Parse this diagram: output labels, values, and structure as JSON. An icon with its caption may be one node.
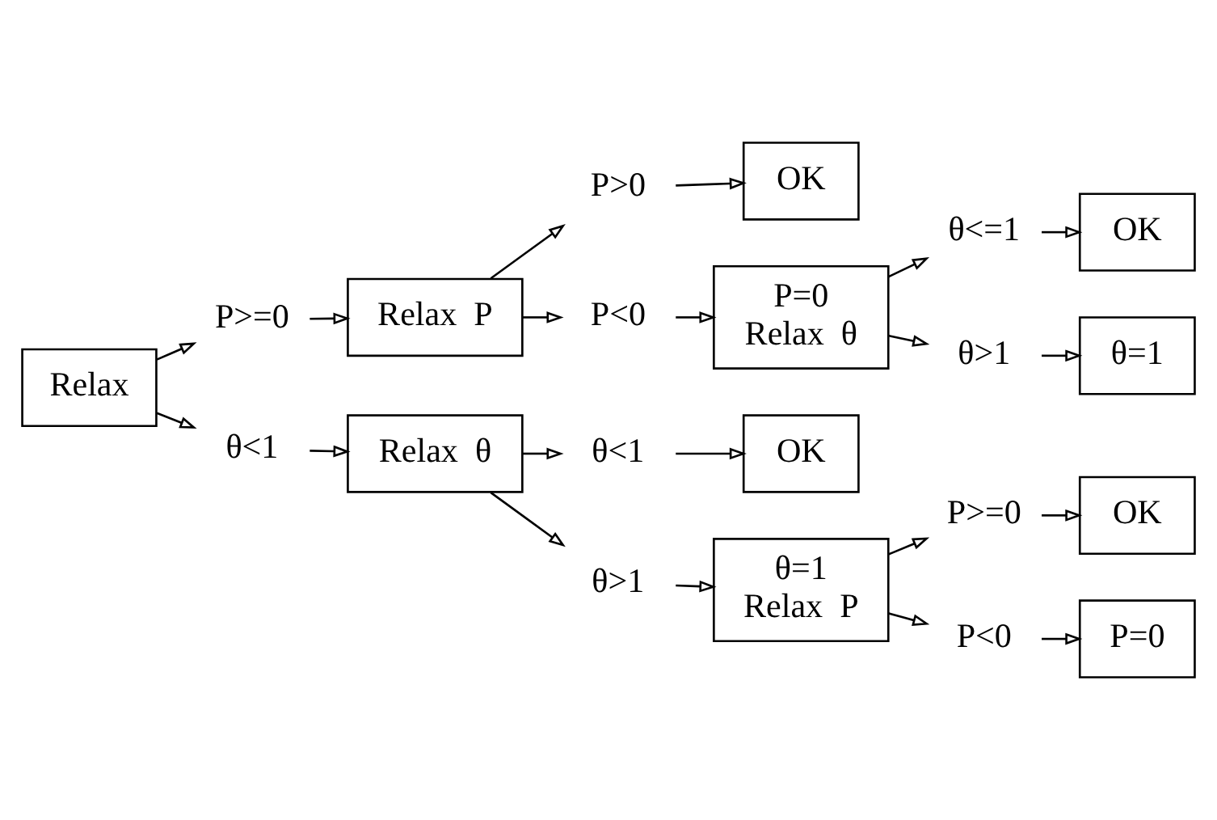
{
  "diagram": {
    "nodes": [
      {
        "text": [
          "Relax"
        ]
      },
      {
        "text": [
          "P>=0"
        ]
      },
      {
        "text": [
          "Relax  P"
        ]
      },
      {
        "text": [
          "P>0"
        ]
      },
      {
        "text": [
          "OK"
        ]
      },
      {
        "text": [
          "P<0"
        ]
      },
      {
        "text": [
          "P=0",
          "Relax  θ"
        ]
      },
      {
        "text": [
          "θ<=1"
        ]
      },
      {
        "text": [
          "OK"
        ]
      },
      {
        "text": [
          "θ>1"
        ]
      },
      {
        "text": [
          "θ=1"
        ]
      },
      {
        "text": [
          "θ<1"
        ]
      },
      {
        "text": [
          "Relax  θ"
        ]
      },
      {
        "text": [
          "θ<1"
        ]
      },
      {
        "text": [
          "OK"
        ]
      },
      {
        "text": [
          "θ>1"
        ]
      },
      {
        "text": [
          "θ=1",
          "Relax  P"
        ]
      },
      {
        "text": [
          "P>=0"
        ]
      },
      {
        "text": [
          "OK"
        ]
      },
      {
        "text": [
          "P<0"
        ]
      },
      {
        "text": [
          "P=0"
        ]
      }
    ],
    "edges": [
      {
        "from": 0,
        "to": 1,
        "arrow": "to"
      },
      {
        "from": 1,
        "to": 2,
        "arrow": "to"
      },
      {
        "from": 2,
        "to": 3,
        "arrow": "to"
      },
      {
        "from": 3,
        "to": 4,
        "arrow": "to"
      },
      {
        "from": 2,
        "to": 5,
        "arrow": "to"
      },
      {
        "from": 5,
        "to": 6,
        "arrow": "to"
      },
      {
        "from": 6,
        "to": 7,
        "arrow": "to"
      },
      {
        "from": 7,
        "to": 8,
        "arrow": "to"
      },
      {
        "from": 6,
        "to": 9,
        "arrow": "to"
      },
      {
        "from": 9,
        "to": 10,
        "arrow": "to"
      },
      {
        "from": 0,
        "to": 11,
        "arrow": "to"
      },
      {
        "from": 11,
        "to": 12,
        "arrow": "to"
      },
      {
        "from": 12,
        "to": 13,
        "arrow": "to"
      },
      {
        "from": 13,
        "to": 14,
        "arrow": "to"
      },
      {
        "from": 12,
        "to": 15,
        "arrow": "to"
      },
      {
        "from": 15,
        "to": 16,
        "arrow": "to"
      },
      {
        "from": 16,
        "to": 17,
        "arrow": "to"
      },
      {
        "from": 17,
        "to": 18,
        "arrow": "to"
      },
      {
        "from": 16,
        "to": 19,
        "arrow": "to"
      },
      {
        "from": 19,
        "to": 20,
        "arrow": "to"
      }
    ]
  }
}
